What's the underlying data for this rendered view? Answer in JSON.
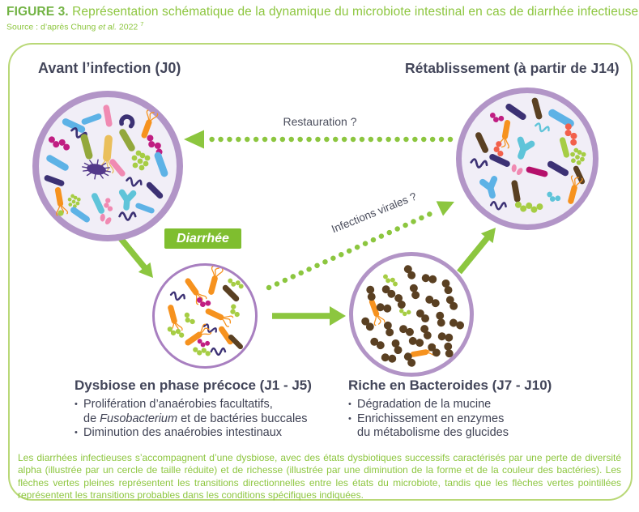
{
  "header": {
    "figure_label": "FIGURE 3.",
    "figure_title": "Représentation schématique de la dynamique du microbiote intestinal en cas de diarrhée infectieuse",
    "source_prefix": "Source : d’après Chung ",
    "source_italic": "et al.",
    "source_suffix": " 2022 ",
    "source_ref": "7"
  },
  "diagram": {
    "before_title": "Avant l’infection (J0)",
    "recovery_title": "Rétablissement (à partir de J14)",
    "restoration_label": "Restauration ?",
    "diarrhea_label": "Diarrhée",
    "viral_label": "Infections virales ?",
    "dysbiosis": {
      "title": "Dysbiose en phase précoce (J1 - J5)",
      "b1_l1": "Prolifération d’anaérobies facultatifs,",
      "b1_l2_pre": "de ",
      "b1_l2_it": "Fusobacterium",
      "b1_l2_post": " et de bactéries buccales",
      "b2": "Diminution des anaérobies intestinaux"
    },
    "bacteroides": {
      "title": "Riche en Bacteroides (J7 - J10)",
      "b1": "Dégradation de la mucine",
      "b2_l1": "Enrichissement en enzymes",
      "b2_l2": "du métabolisme des glucides"
    }
  },
  "caption": "Les diarrhées infectieuses s’accompagnent d’une dysbiose, avec des états dysbiotiques successifs caractérisés par une perte de diversité alpha (illustrée par un cercle de taille réduite) et de richesse (illustrée par une diminution de la forme et de la couleur des bactéries). Les flèches vertes pleines représentent les transitions directionnelles entre les états du microbiote, tandis que les flèches vertes pointillées représentent les transitions probables dans les conditions spécifiques indiquées.",
  "palette": {
    "green": "#8cc63f",
    "badge_green": "#7fbe2f",
    "panel_border_green": "#b9d877",
    "title_green_bold": "#72b344",
    "title_green": "#8dc63f",
    "text_dark": "#43465a",
    "circle_border_purple": "#b295c7",
    "circle_fill_lavender": "#f1eef7",
    "bacteria": {
      "blue": "#5db2e6",
      "olive": "#93a83c",
      "magenta": "#c01e82",
      "navy": "#3c3174",
      "orange": "#f6921e",
      "pink": "#f08ab2",
      "yellow": "#eabf5b",
      "lime": "#a6cd44",
      "teal": "#5fc4d9",
      "purple": "#53388a",
      "brown": "#5a4022",
      "coral": "#f2604b",
      "crimson": "#b5106b"
    }
  }
}
